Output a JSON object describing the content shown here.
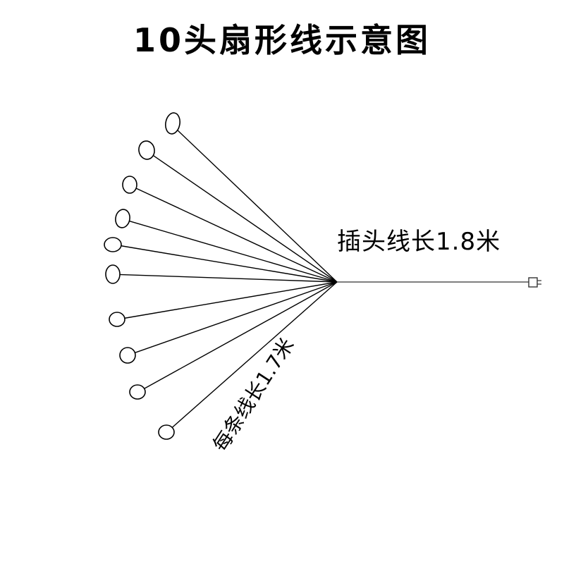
{
  "title": "10头扇形线示意图",
  "labels": {
    "plug_cable": "插头线长1.8米",
    "each_wire": "每条线长1.7米"
  },
  "bulb_count": 10
}
